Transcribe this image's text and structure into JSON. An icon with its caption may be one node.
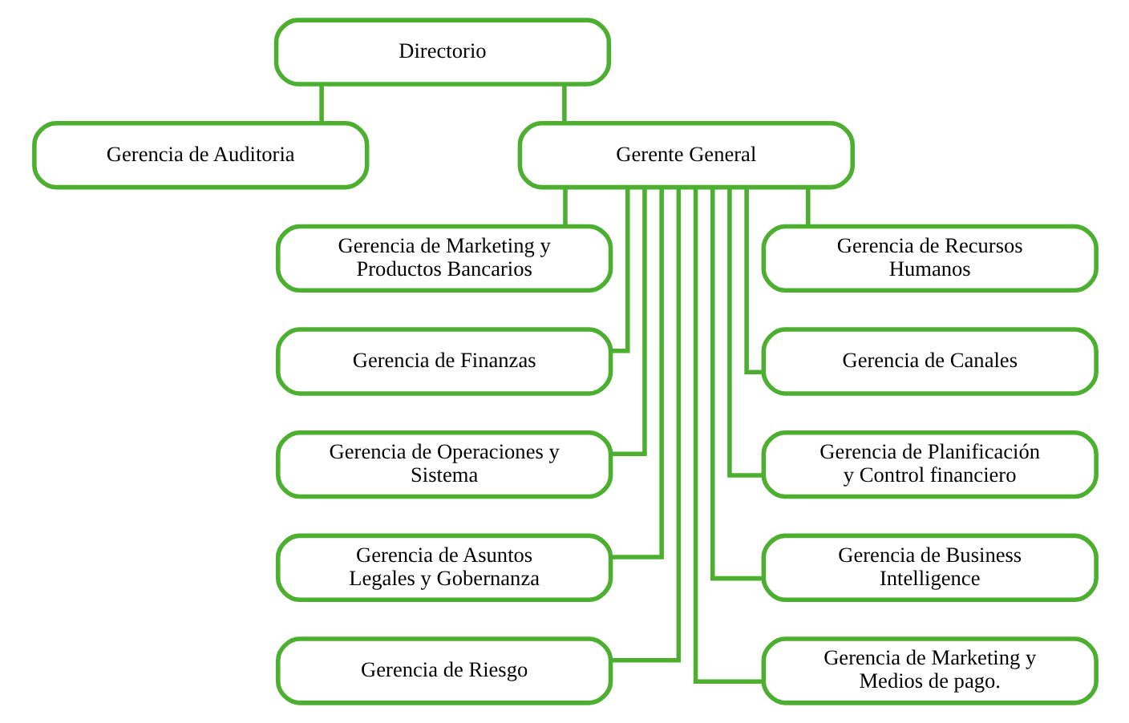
{
  "diagram": {
    "nodes": [
      {
        "text": [
          "Directorio"
        ]
      },
      {
        "text": [
          "Gerencia de Auditoria"
        ]
      },
      {
        "text": [
          "Gerente General"
        ]
      },
      {
        "text": [
          "Gerencia de Marketing y Productos Bancarios"
        ]
      },
      {
        "text": [
          "Gerencia de Recursos Humanos"
        ]
      },
      {
        "text": [
          "Gerencia de Finanzas"
        ]
      },
      {
        "text": [
          "Gerencia de Canales"
        ]
      },
      {
        "text": [
          "Gerencia de Operaciones y Sistema"
        ]
      },
      {
        "text": [
          "Gerencia de Planificación y Control financiero"
        ]
      },
      {
        "text": [
          "Gerencia de Asuntos Legales y Gobernanza"
        ]
      },
      {
        "text": [
          "Gerencia de Business Intelligence"
        ]
      },
      {
        "text": [
          "Gerencia de Riesgo"
        ]
      },
      {
        "text": [
          "Gerencia de Marketing y Medios de pago."
        ]
      }
    ],
    "edges": [
      {
        "from": 0,
        "to": 2,
        "arrow": "none"
      },
      {
        "from": 0,
        "to": 1,
        "arrow": "none"
      },
      {
        "from": 2,
        "to": 3,
        "arrow": "none"
      },
      {
        "from": 2,
        "to": 4,
        "arrow": "none"
      },
      {
        "from": 2,
        "to": 5,
        "arrow": "none"
      },
      {
        "from": 2,
        "to": 6,
        "arrow": "none"
      },
      {
        "from": 2,
        "to": 7,
        "arrow": "none"
      },
      {
        "from": 2,
        "to": 8,
        "arrow": "none"
      },
      {
        "from": 2,
        "to": 9,
        "arrow": "none"
      },
      {
        "from": 2,
        "to": 10,
        "arrow": "none"
      },
      {
        "from": 2,
        "to": 11,
        "arrow": "none"
      },
      {
        "from": 2,
        "to": 12,
        "arrow": "none"
      }
    ]
  }
}
